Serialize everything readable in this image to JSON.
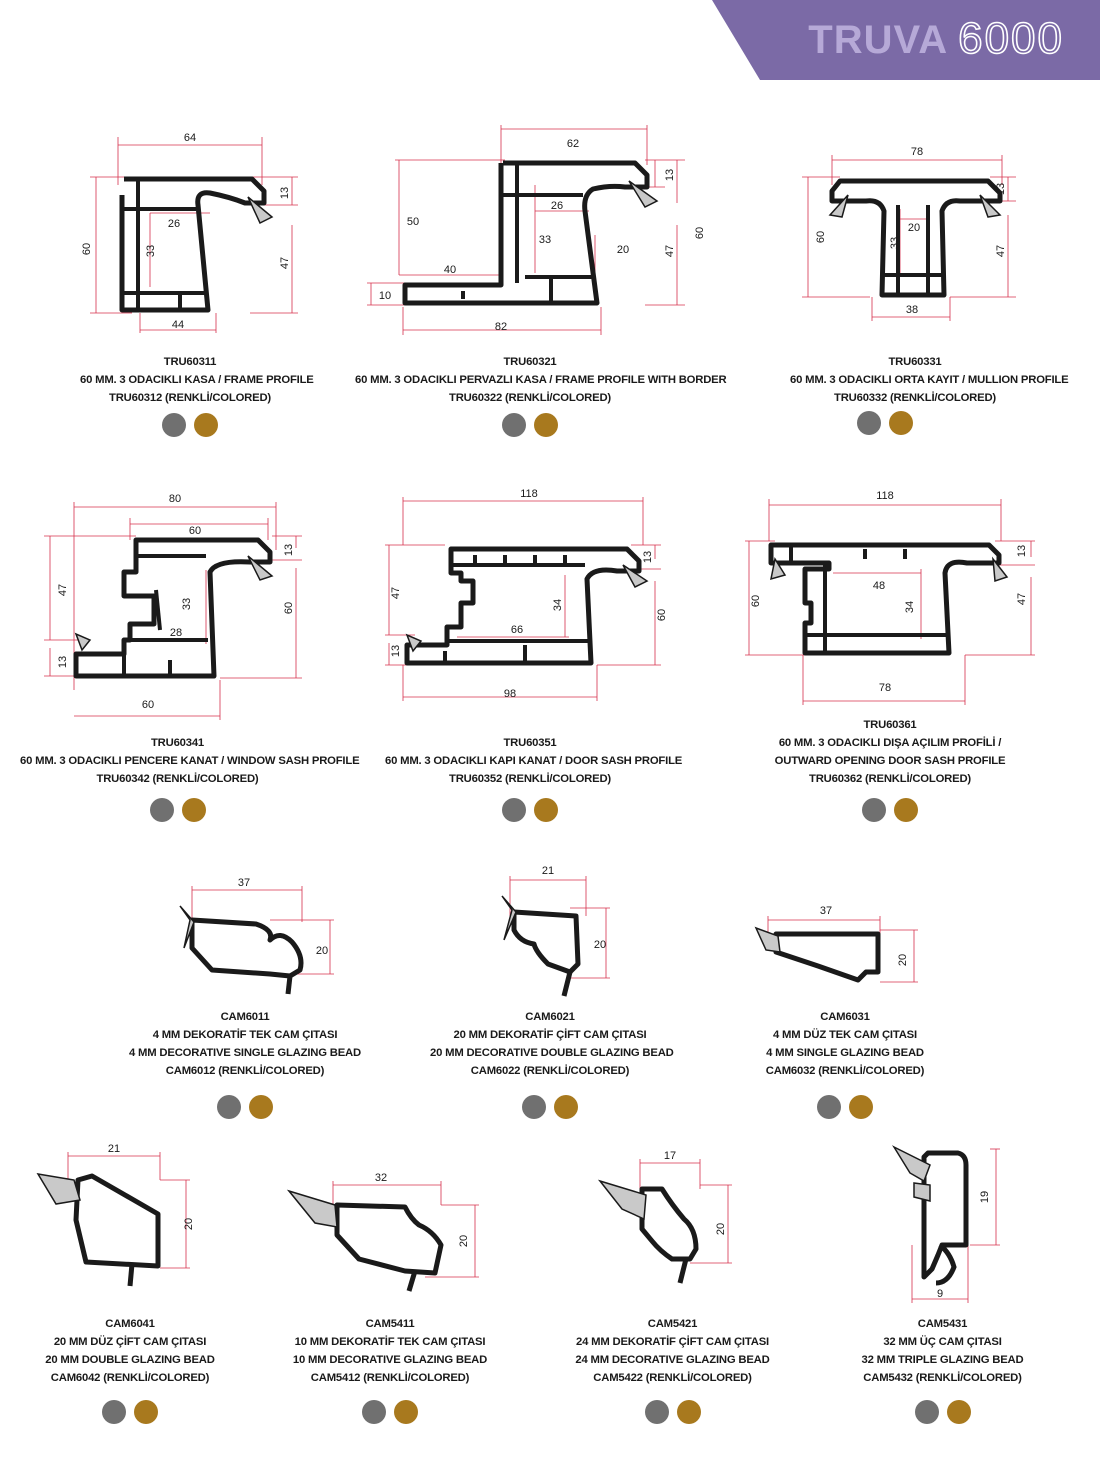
{
  "header": {
    "brand": "TRUVA",
    "model": "6000",
    "accent": "#7b6aa6"
  },
  "colors": {
    "grey": "#707070",
    "gold": "#a8791e",
    "dim": "#d6304c"
  },
  "swatches": {
    "grey": "grey finish",
    "colored": "gold finish"
  },
  "profiles": [
    {
      "code": "TRU60311",
      "desc": "60 MM. 3 ODACIKLI KASA / FRAME PROFILE",
      "colored": "TRU60312 (RENKLİ/COLORED)",
      "dims": {
        "w": "64",
        "h": "60",
        "a": "26",
        "b": "33",
        "c": "13",
        "d": "47",
        "e": "44"
      }
    },
    {
      "code": "TRU60321",
      "desc": "60 MM. 3 ODACIKLI PERVAZLI KASA  / FRAME PROFILE WITH BORDER",
      "colored": "TRU60322 (RENKLİ/COLORED)",
      "dims": {
        "w": "62",
        "h": "60",
        "a": "26",
        "b": "33",
        "c": "13",
        "d": "47",
        "e": "82",
        "f": "50",
        "g": "40",
        "i": "10",
        "j": "20"
      }
    },
    {
      "code": "TRU60331",
      "desc": "60 MM. 3 ODACIKLI ORTA KAYIT / MULLION PROFILE",
      "colored": "TRU60332 (RENKLİ/COLORED)",
      "dims": {
        "w": "78",
        "h": "60",
        "a": "20",
        "b": "33",
        "c": "13",
        "d": "47",
        "e": "38"
      }
    },
    {
      "code": "TRU60341",
      "desc": "60 MM. 3 ODACIKLI PENCERE KANAT / WINDOW SASH PROFILE",
      "colored": "TRU60342 (RENKLİ/COLORED)",
      "dims": {
        "w": "80",
        "w2": "60",
        "h": "47",
        "a": "28",
        "b": "33",
        "c": "13",
        "d": "60",
        "e": "60",
        "f": "13"
      }
    },
    {
      "code": "TRU60351",
      "desc": "60 MM. 3 ODACIKLI KAPI KANAT / DOOR SASH PROFILE",
      "colored": "TRU60352 (RENKLİ/COLORED)",
      "dims": {
        "w": "118",
        "h": "47",
        "a": "66",
        "b": "34",
        "c": "13",
        "d": "60",
        "e": "98",
        "f": "13"
      }
    },
    {
      "code": "TRU60361",
      "desc1": "60 MM. 3 ODACIKLI DIŞA AÇILIM PROFİLİ /",
      "desc2": "OUTWARD OPENING DOOR SASH PROFILE",
      "colored": "TRU60362 (RENKLİ/COLORED)",
      "dims": {
        "w": "118",
        "h": "60",
        "a": "48",
        "b": "34",
        "c": "13",
        "d": "47",
        "e": "78"
      }
    }
  ],
  "beads": [
    {
      "code": "CAM6011",
      "tr": "4 MM DEKORATİF TEK CAM ÇITASI",
      "en": "4 MM DECORATIVE SINGLE GLAZING BEAD",
      "colored": "CAM6012 (RENKLİ/COLORED)",
      "w": "37",
      "h": "20"
    },
    {
      "code": "CAM6021",
      "tr": "20 MM DEKORATİF ÇİFT CAM ÇITASI",
      "en": "20 MM DECORATIVE DOUBLE GLAZING BEAD",
      "colored": "CAM6022 (RENKLİ/COLORED)",
      "w": "21",
      "h": "20"
    },
    {
      "code": "CAM6031",
      "tr": "4 MM DÜZ TEK CAM ÇITASI",
      "en": "4 MM SINGLE GLAZING BEAD",
      "colored": "CAM6032 (RENKLİ/COLORED)",
      "w": "37",
      "h": "20"
    },
    {
      "code": "CAM6041",
      "tr": "20 MM DÜZ ÇİFT CAM ÇITASI",
      "en": "20 MM DOUBLE GLAZING BEAD",
      "colored": "CAM6042 (RENKLİ/COLORED)",
      "w": "21",
      "h": "20"
    },
    {
      "code": "CAM5411",
      "tr": "10 MM DEKORATİF TEK CAM ÇITASI",
      "en": "10 MM DECORATIVE GLAZING BEAD",
      "colored": "CAM5412 (RENKLİ/COLORED)",
      "w": "32",
      "h": "20"
    },
    {
      "code": "CAM5421",
      "tr": "24 MM DEKORATİF ÇİFT CAM ÇITASI",
      "en": "24 MM DECORATIVE GLAZING BEAD",
      "colored": "CAM5422 (RENKLİ/COLORED)",
      "w": "17",
      "h": "20"
    },
    {
      "code": "CAM5431",
      "tr": "32 MM ÜÇ CAM ÇITASI",
      "en": "32 MM TRIPLE GLAZING BEAD",
      "colored": "CAM5432 (RENKLİ/COLORED)",
      "w": "9",
      "h": "19"
    }
  ]
}
